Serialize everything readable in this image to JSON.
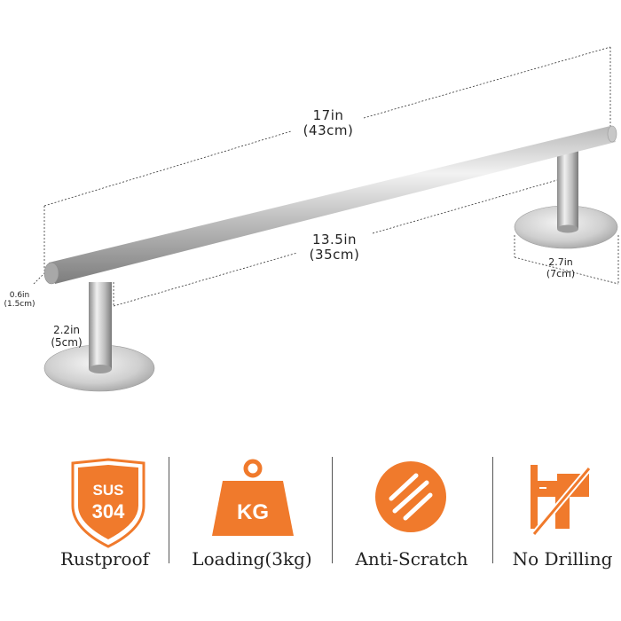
{
  "dimensions": {
    "total_length": "17in",
    "total_length_cm": "(43cm)",
    "span_length": "13.5in",
    "span_length_cm": "(35cm)",
    "bar_diameter": "0.6in",
    "bar_diameter_cm": "(1.5cm)",
    "post_height": "2.2in",
    "post_height_cm": "(5cm)",
    "base_diameter": "2.7in",
    "base_diameter_cm": "(7cm)"
  },
  "features": [
    {
      "label": "Rustproof",
      "icon": "shield-sus304-icon",
      "icon_text_1": "SUS",
      "icon_text_2": "304"
    },
    {
      "label": "Loading(3kg)",
      "icon": "weight-kg-icon",
      "icon_text_1": "KG"
    },
    {
      "label": "Anti-Scratch",
      "icon": "anti-scratch-icon"
    },
    {
      "label": "No Drilling",
      "icon": "no-drill-icon"
    }
  ],
  "colors": {
    "accent": "#F07A2C",
    "steel_light": "#e6e6e6",
    "steel_dark": "#8e8e8e",
    "dim_line": "#333333"
  }
}
